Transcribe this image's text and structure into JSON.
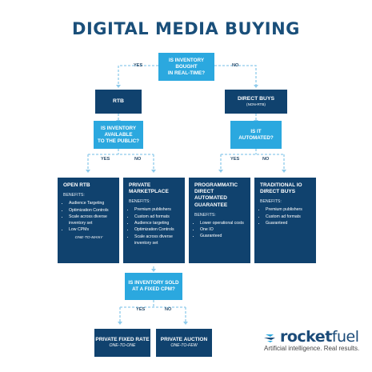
{
  "title": "DIGITAL MEDIA BUYING",
  "q1": {
    "l1": "IS INVENTORY",
    "l2": "BOUGHT",
    "l3": "IN REAL-TIME?"
  },
  "yes_label": "YES",
  "no_label": "NO",
  "rtb": "RTB",
  "direct": {
    "title": "DIRECT BUYS",
    "sub": "(NON-RTB)"
  },
  "q2": {
    "l1": "IS INVENTORY",
    "l2": "AVAILABLE",
    "l3": "TO THE PUBLIC?"
  },
  "q3": {
    "l1": "IS IT",
    "l2": "AUTOMATED?"
  },
  "benefits_label": "BENEFITS:",
  "columns": [
    {
      "title_l1": "OPEN RTB",
      "title_l2": "",
      "items": [
        "Audience Targeting",
        "Optimization Controls",
        "Scale across diverse inventory set",
        "Low CPMs"
      ],
      "note": "ONE-TO-MANY"
    },
    {
      "title_l1": "PRIVATE MARKETPLACE",
      "title_l2": "",
      "items": [
        "Premium publishers",
        "Custom ad formats",
        "Audience targeting",
        "Optimization Controls",
        "Scale across diverse inventory set"
      ],
      "note": ""
    },
    {
      "title_l1": "PROGRAMMATIC DIRECT",
      "title_l2": "AUTOMATED GUARANTEE",
      "items": [
        "Lower operational costs",
        "One IO",
        "Guaranteed"
      ],
      "note": ""
    },
    {
      "title_l1": "TRADITIONAL IO",
      "title_l2": "DIRECT BUYS",
      "items": [
        "Premium publishers",
        "Custom ad formats",
        "Guaranteed"
      ],
      "note": ""
    }
  ],
  "q4": {
    "l1": "IS INVENTORY SOLD",
    "l2": "AT A FIXED CPM?"
  },
  "bottom": [
    {
      "title": "PRIVATE FIXED RATE",
      "sub": "ONE-TO-ONE"
    },
    {
      "title": "PRIVATE AUCTION",
      "sub": "ONE-TO-FEW"
    }
  ],
  "logo": {
    "rocket": "rocket",
    "fuel": "fuel",
    "tagline": "Artificial intelligence. Real results."
  },
  "colors": {
    "light_blue": "#2ba8df",
    "dark_blue": "#10426e",
    "connector": "#8fcbec"
  }
}
